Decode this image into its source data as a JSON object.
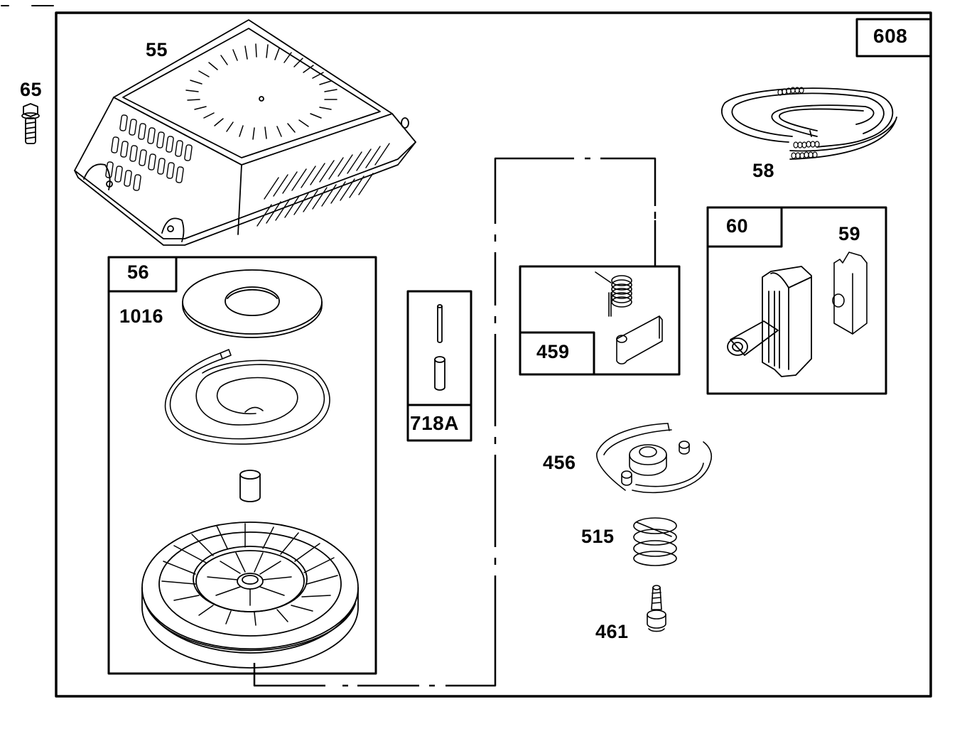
{
  "diagram": {
    "type": "exploded-parts-diagram",
    "colors": {
      "ink": "#000000",
      "paper": "#ffffff"
    },
    "assembly_label": "608",
    "parts": [
      {
        "id": "p65",
        "number": "65",
        "description_icon": "hex-bolt-icon"
      },
      {
        "id": "p55",
        "number": "55",
        "description_icon": "blower-housing-cover-icon"
      },
      {
        "id": "p58",
        "number": "58",
        "description_icon": "starter-rope-icon"
      },
      {
        "id": "p56",
        "number": "56",
        "description_icon": "pulley-kit-icon",
        "kit": true
      },
      {
        "id": "p1016",
        "number": "1016",
        "description_icon": "washer-icon"
      },
      {
        "id": "p718A",
        "number": "718A",
        "description_icon": "pin-kit-icon",
        "kit": true
      },
      {
        "id": "p459",
        "number": "459",
        "description_icon": "pawl-spring-kit-icon",
        "kit": true
      },
      {
        "id": "p60",
        "number": "60",
        "description_icon": "starter-handle-icon",
        "kit": true
      },
      {
        "id": "p59",
        "number": "59",
        "description_icon": "handle-insert-icon"
      },
      {
        "id": "p456",
        "number": "456",
        "description_icon": "retainer-plate-icon"
      },
      {
        "id": "p515",
        "number": "515",
        "description_icon": "compression-spring-icon"
      },
      {
        "id": "p461",
        "number": "461",
        "description_icon": "screw-icon"
      }
    ]
  }
}
